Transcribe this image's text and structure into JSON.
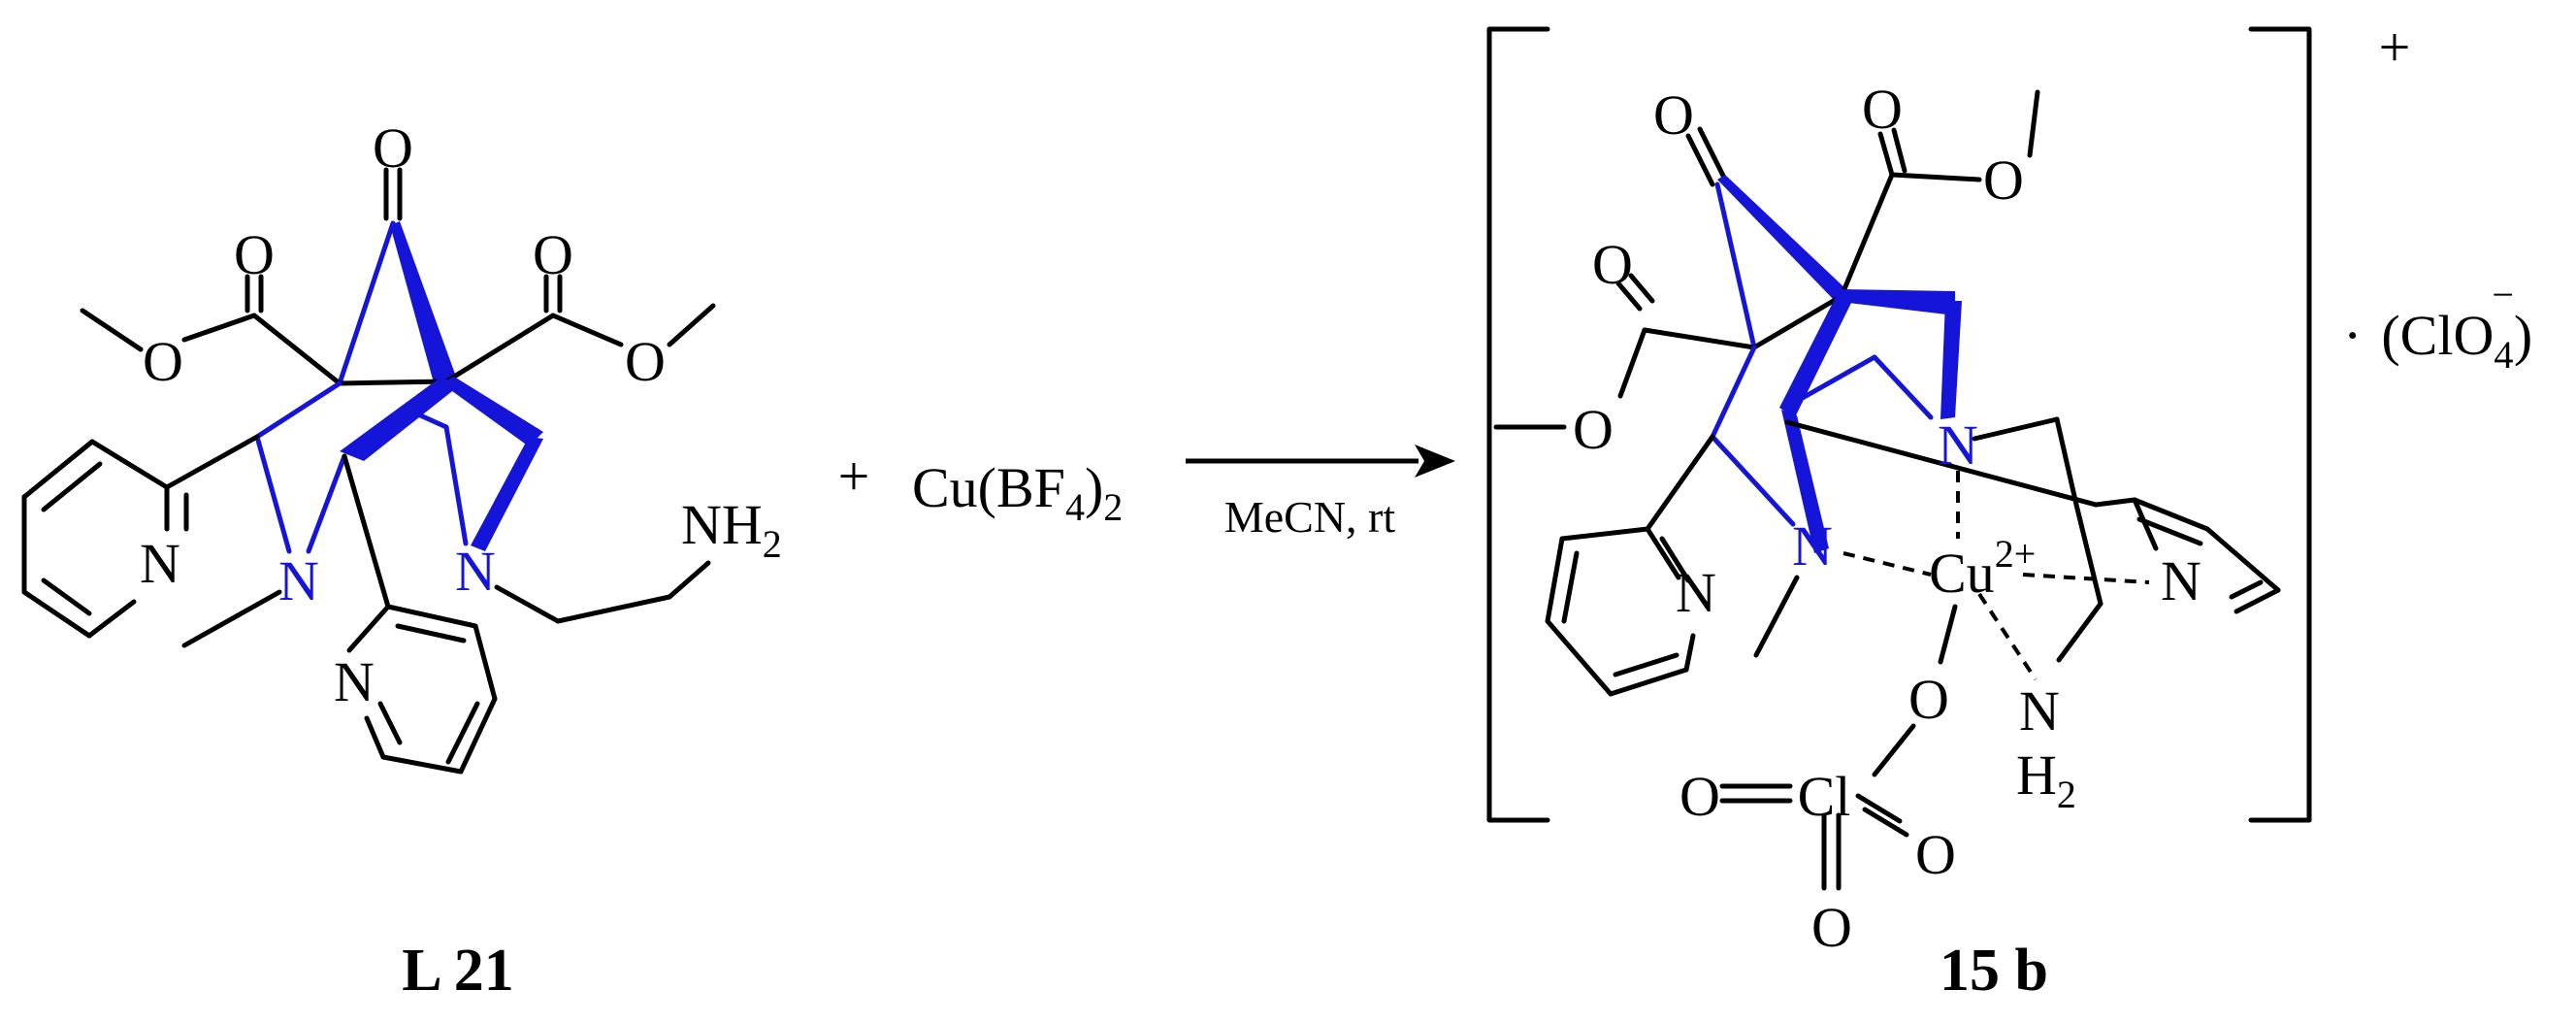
{
  "reactant": {
    "label": "L 21",
    "atoms": {
      "o_ketone": "O",
      "o_ester_left_carbonyl": "O",
      "o_ester_left_alkoxy": "O",
      "o_ester_right_carbonyl": "O",
      "o_ester_right_alkoxy": "O",
      "n_py_left": "N",
      "n_amine_left": "N",
      "n_amine_right": "N",
      "n_py_bottom": "N",
      "nh2": "NH",
      "nh2_sub": "2"
    }
  },
  "plus_sign": "+",
  "reagent": {
    "text_1": "Cu(BF",
    "sub": "4",
    "text_2": ")",
    "sub_2": "2"
  },
  "conditions": "MeCN, rt",
  "product": {
    "label": "15 b",
    "charge": "+",
    "counterion_dot": "·",
    "counterion_open": "(ClO",
    "counterion_sub": "4",
    "counterion_minus": "−",
    "counterion_close": ")",
    "atoms": {
      "o_ketone": "O",
      "o_ester_top_carbonyl": "O",
      "o_ester_top_alkoxy": "O",
      "o_ester_left_carbonyl": "O",
      "o_ester_left_alkoxy": "O",
      "n_amine_left": "N",
      "n_amine_right": "N",
      "n_py_left": "N",
      "n_py_right": "N",
      "cu": "Cu",
      "cu_charge": "2+",
      "o_perchlorate_bridge": "O",
      "cl": "Cl",
      "o_perchlorate_1": "O",
      "o_perchlorate_2": "O",
      "o_perchlorate_3": "O",
      "nh2_n": "N",
      "nh2_h": "H",
      "nh2_sub": "2"
    }
  },
  "colors": {
    "bond_black": "#000000",
    "bond_blue": "#1515d9",
    "background": "#ffffff"
  }
}
